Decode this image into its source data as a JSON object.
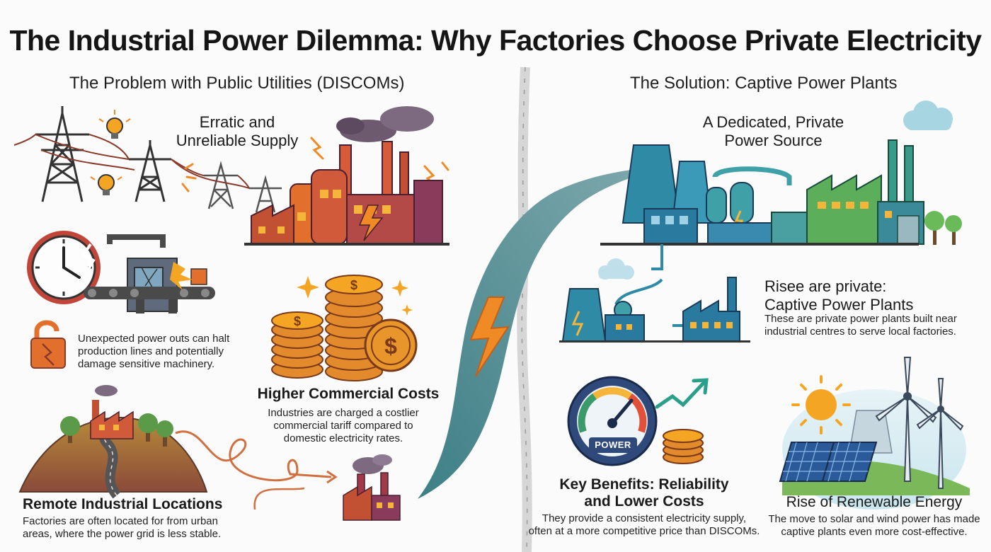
{
  "title": "The Industrial Power Dilemma: Why Factories Choose Private Electricity",
  "left_section": {
    "heading": "The Problem with Public Utilities (DISCOMs)",
    "erratic": {
      "title_line1": "Erratic and",
      "title_line2": "Unreliable Supply"
    },
    "outages": {
      "line1": "Unexpected power outs can halt",
      "line2": "production lines and potentially",
      "line3": "damage sensitive machinery."
    },
    "costs": {
      "title": "Higher Commercial Costs",
      "line1": "Industries are charged a costlier",
      "line2": "commercial tariff compared to",
      "line3": "domestic electricity rates."
    },
    "remote": {
      "title": "Remote Industrial Locations",
      "line1": "Factories are often located for from urban",
      "line2": "areas, where the power grid is less stable."
    }
  },
  "right_section": {
    "heading": "The Solution: Captive Power Plants",
    "dedicated": {
      "title_line1": "A Dedicated, Private",
      "title_line2": "Power Source"
    },
    "captive": {
      "title_line1": "Risee are private:",
      "title_line2": "Captive Power Plants",
      "line1": "These are private power plants built near",
      "line2": "industrial centres to serve local factories."
    },
    "benefits": {
      "gauge_label": "POWER",
      "title_line1": "Key Benefits: Reliability",
      "title_line2": "and Lower Costs",
      "line1": "They provide a consistent electricity supply,",
      "line2": "often at a more competitive price than DISCOMs."
    },
    "renewable": {
      "title": "Rise of Renewable Energy",
      "line1": "The move to solar and wind power has made",
      "line2": "captive plants even more cost-effective."
    }
  },
  "colors": {
    "factory_orange": "#e2702c",
    "factory_purple": "#6b3a6e",
    "plant_teal": "#2f8aa6",
    "plant_green": "#5cae5a",
    "coin_gold": "#e8962c",
    "bolt_orange": "#f08a24"
  },
  "icons": [
    "power-tower-icon",
    "light-bulb-icon",
    "factory-icon",
    "clock-icon",
    "padlock-icon",
    "coin-stack-icon",
    "dollar-coin-icon",
    "power-gauge-icon",
    "solar-panel-icon",
    "wind-turbine-icon",
    "sun-icon",
    "lightning-bolt-icon",
    "cloud-icon",
    "tree-icon"
  ]
}
